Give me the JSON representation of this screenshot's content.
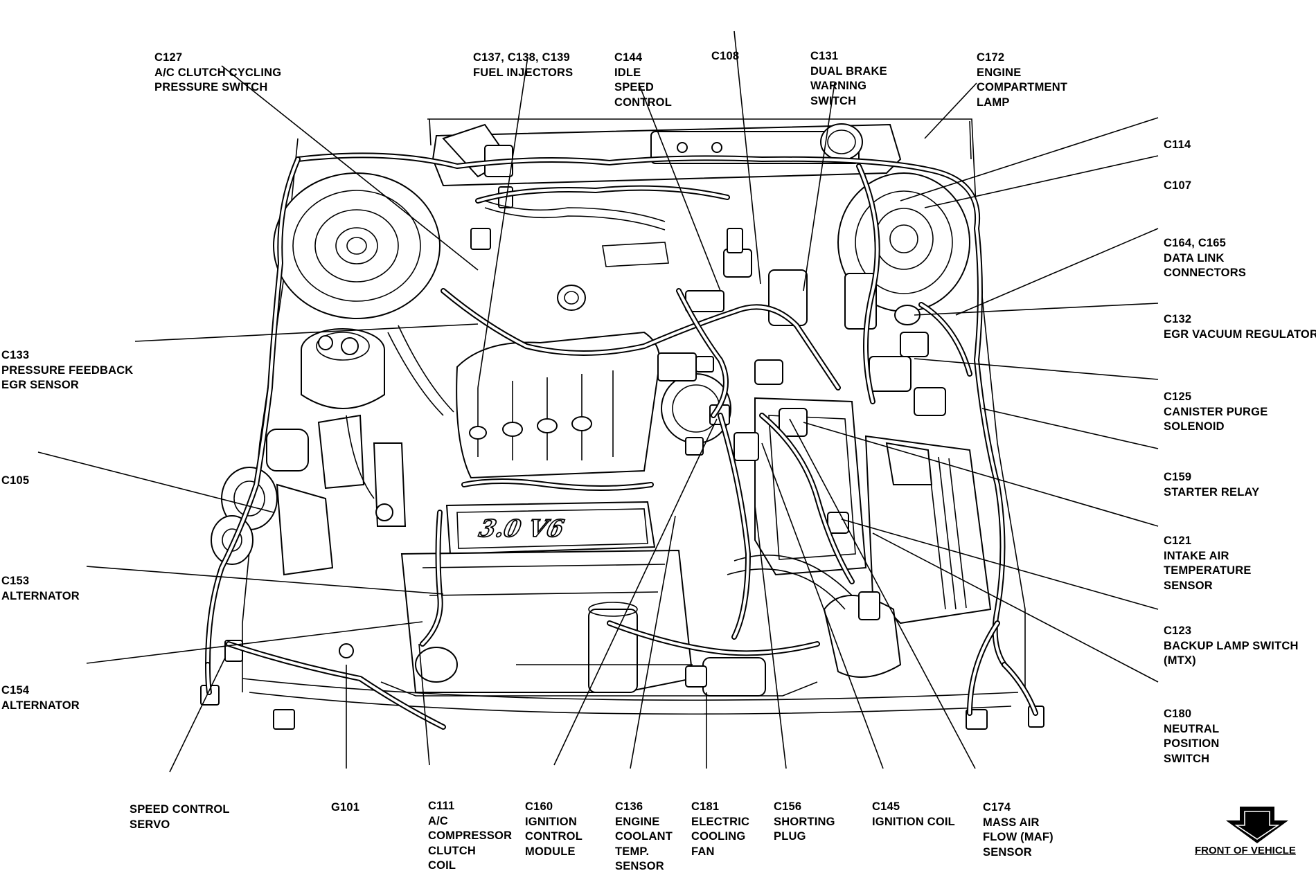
{
  "diagram": {
    "engine_badge": "3.0 V6",
    "callouts": [
      {
        "id": "c127",
        "lines": [
          "C127",
          "A/C CLUTCH CYCLING",
          "PRESSURE SWITCH"
        ]
      },
      {
        "id": "c137",
        "lines": [
          "C137, C138, C139",
          "FUEL INJECTORS"
        ]
      },
      {
        "id": "c144",
        "lines": [
          "C144",
          "IDLE",
          "SPEED",
          "CONTROL"
        ]
      },
      {
        "id": "c108",
        "lines": [
          "C108"
        ]
      },
      {
        "id": "c131",
        "lines": [
          "C131",
          "DUAL BRAKE",
          "WARNING",
          "SWITCH"
        ]
      },
      {
        "id": "c172",
        "lines": [
          "C172",
          "ENGINE",
          "COMPARTMENT",
          "LAMP"
        ]
      },
      {
        "id": "c114",
        "lines": [
          "C114"
        ]
      },
      {
        "id": "c107",
        "lines": [
          "C107"
        ]
      },
      {
        "id": "c164",
        "lines": [
          "C164, C165",
          "DATA LINK",
          "CONNECTORS"
        ]
      },
      {
        "id": "c132",
        "lines": [
          "C132",
          "EGR VACUUM REGULATOR"
        ]
      },
      {
        "id": "c125",
        "lines": [
          "C125",
          "CANISTER PURGE",
          "SOLENOID"
        ]
      },
      {
        "id": "c159",
        "lines": [
          "C159",
          "STARTER RELAY"
        ]
      },
      {
        "id": "c121",
        "lines": [
          "C121",
          "INTAKE AIR",
          "TEMPERATURE",
          "SENSOR"
        ]
      },
      {
        "id": "c123",
        "lines": [
          "C123",
          "BACKUP LAMP SWITCH",
          "(MTX)"
        ]
      },
      {
        "id": "c180",
        "lines": [
          "C180",
          "NEUTRAL",
          "POSITION",
          "SWITCH"
        ]
      },
      {
        "id": "c133",
        "lines": [
          "C133",
          "PRESSURE FEEDBACK",
          "EGR SENSOR"
        ]
      },
      {
        "id": "c105",
        "lines": [
          "C105"
        ]
      },
      {
        "id": "c153",
        "lines": [
          "C153",
          "ALTERNATOR"
        ]
      },
      {
        "id": "c154",
        "lines": [
          "C154",
          "ALTERNATOR"
        ]
      },
      {
        "id": "speed_servo",
        "lines": [
          "SPEED CONTROL",
          "SERVO"
        ]
      },
      {
        "id": "g101",
        "lines": [
          "G101"
        ]
      },
      {
        "id": "c111",
        "lines": [
          "C111",
          "A/C",
          "COMPRESSOR",
          "CLUTCH",
          "COIL"
        ]
      },
      {
        "id": "c160",
        "lines": [
          "C160",
          "IGNITION",
          "CONTROL",
          "MODULE"
        ]
      },
      {
        "id": "c136",
        "lines": [
          "C136",
          "ENGINE",
          "COOLANT",
          "TEMP.",
          "SENSOR"
        ]
      },
      {
        "id": "c181",
        "lines": [
          "C181",
          "ELECTRIC",
          "COOLING",
          "FAN"
        ]
      },
      {
        "id": "c156",
        "lines": [
          "C156",
          "SHORTING",
          "PLUG"
        ]
      },
      {
        "id": "c145",
        "lines": [
          "C145",
          "IGNITION COIL"
        ]
      },
      {
        "id": "c174",
        "lines": [
          "C174",
          "MASS AIR",
          "FLOW (MAF)",
          "SENSOR"
        ]
      }
    ],
    "front_of_vehicle": "FRONT OF VEHICLE"
  }
}
